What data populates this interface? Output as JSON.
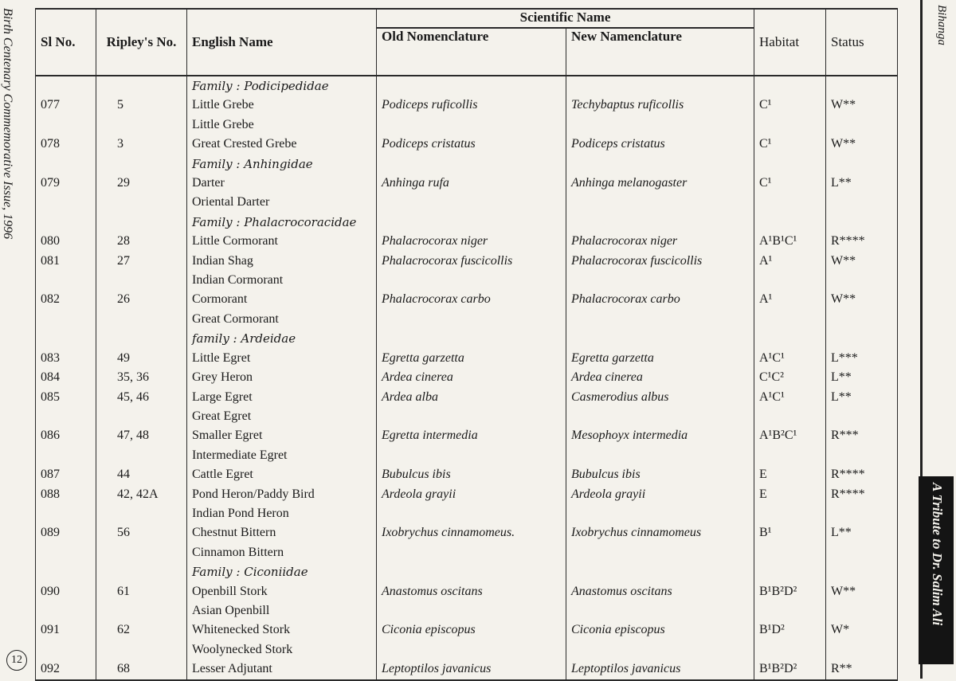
{
  "side_left": "Birth Centenary Commemorative Issue, 1996",
  "page_number": "12",
  "side_right_top": "Bihanga",
  "side_right_banner": "A Tribute to Dr. Salim Ali",
  "headers": {
    "sl": "Sl No.",
    "ripley": "Ripley's No.",
    "english": "English Name",
    "scientific": "Scientific Name",
    "old": "Old Nomenclature",
    "new": "New Namenclature",
    "habitat": "Habitat",
    "status": "Status"
  },
  "rows": [
    {
      "sl": "",
      "rip": "",
      "eng": "Family : Podicipedidae",
      "old": "",
      "new": "",
      "hab": "",
      "sta": "",
      "fam": true
    },
    {
      "sl": "077",
      "rip": "5",
      "eng": "Little Grebe",
      "old": "Podiceps ruficollis",
      "new": "Techybaptus ruficollis",
      "hab": "C¹",
      "sta": "W**"
    },
    {
      "sl": "",
      "rip": "",
      "eng": "Little Grebe",
      "old": "",
      "new": "",
      "hab": "",
      "sta": ""
    },
    {
      "sl": "078",
      "rip": "3",
      "eng": "Great Crested Grebe",
      "old": "Podiceps cristatus",
      "new": "Podiceps cristatus",
      "hab": "C¹",
      "sta": "W**"
    },
    {
      "sl": "",
      "rip": "",
      "eng": "Family : Anhingidae",
      "old": "",
      "new": "",
      "hab": "",
      "sta": "",
      "fam": true
    },
    {
      "sl": "079",
      "rip": "29",
      "eng": "Darter",
      "old": "Anhinga rufa",
      "new": "Anhinga melanogaster",
      "hab": "C¹",
      "sta": "L**"
    },
    {
      "sl": "",
      "rip": "",
      "eng": "Oriental Darter",
      "old": "",
      "new": "",
      "hab": "",
      "sta": ""
    },
    {
      "sl": "",
      "rip": "",
      "eng": "Family : Phalacrocoracidae",
      "old": "",
      "new": "",
      "hab": "",
      "sta": "",
      "fam": true
    },
    {
      "sl": "080",
      "rip": "28",
      "eng": "Little Cormorant",
      "old": "Phalacrocorax niger",
      "new": "Phalacrocorax niger",
      "hab": "A¹B¹C¹",
      "sta": "R****"
    },
    {
      "sl": "081",
      "rip": "27",
      "eng": "Indian Shag",
      "old": "Phalacrocorax fuscicollis",
      "new": "Phalacrocorax fuscicollis",
      "hab": "A¹",
      "sta": "W**"
    },
    {
      "sl": "",
      "rip": "",
      "eng": "Indian Cormorant",
      "old": "",
      "new": "",
      "hab": "",
      "sta": ""
    },
    {
      "sl": "082",
      "rip": "26",
      "eng": "Cormorant",
      "old": "Phalacrocorax carbo",
      "new": "Phalacrocorax carbo",
      "hab": "A¹",
      "sta": "W**"
    },
    {
      "sl": "",
      "rip": "",
      "eng": "Great Cormorant",
      "old": "",
      "new": "",
      "hab": "",
      "sta": ""
    },
    {
      "sl": "",
      "rip": "",
      "eng": "family : Ardeidae",
      "old": "",
      "new": "",
      "hab": "",
      "sta": "",
      "fam": true
    },
    {
      "sl": "083",
      "rip": "49",
      "eng": "Little Egret",
      "old": "Egretta garzetta",
      "new": "Egretta garzetta",
      "hab": "A¹C¹",
      "sta": "L***"
    },
    {
      "sl": "084",
      "rip": "35, 36",
      "eng": "Grey Heron",
      "old": "Ardea cinerea",
      "new": "Ardea cinerea",
      "hab": "C¹C²",
      "sta": "L**"
    },
    {
      "sl": "085",
      "rip": "45, 46",
      "eng": "Large Egret",
      "old": "Ardea alba",
      "new": "Casmerodius albus",
      "hab": "A¹C¹",
      "sta": "L**"
    },
    {
      "sl": "",
      "rip": "",
      "eng": "Great Egret",
      "old": "",
      "new": "",
      "hab": "",
      "sta": ""
    },
    {
      "sl": "086",
      "rip": "47, 48",
      "eng": "Smaller Egret",
      "old": "Egretta intermedia",
      "new": "Mesophoyx intermedia",
      "hab": "A¹B²C¹",
      "sta": "R***"
    },
    {
      "sl": "",
      "rip": "",
      "eng": "Intermediate Egret",
      "old": "",
      "new": "",
      "hab": "",
      "sta": ""
    },
    {
      "sl": "087",
      "rip": "44",
      "eng": "Cattle Egret",
      "old": "Bubulcus ibis",
      "new": "Bubulcus ibis",
      "hab": "E",
      "sta": "R****"
    },
    {
      "sl": "088",
      "rip": "42, 42A",
      "eng": "Pond Heron/Paddy Bird",
      "old": "Ardeola grayii",
      "new": "Ardeola grayii",
      "hab": "E",
      "sta": "R****"
    },
    {
      "sl": "",
      "rip": "",
      "eng": "Indian Pond Heron",
      "old": "",
      "new": "",
      "hab": "",
      "sta": ""
    },
    {
      "sl": "089",
      "rip": "56",
      "eng": "Chestnut Bittern",
      "old": "Ixobrychus cinnamomeus.",
      "new": "Ixobrychus cinnamomeus",
      "hab": "B¹",
      "sta": "L**"
    },
    {
      "sl": "",
      "rip": "",
      "eng": "Cinnamon Bittern",
      "old": "",
      "new": "",
      "hab": "",
      "sta": ""
    },
    {
      "sl": "",
      "rip": "",
      "eng": "Family : Ciconiidae",
      "old": "",
      "new": "",
      "hab": "",
      "sta": "",
      "fam": true
    },
    {
      "sl": "090",
      "rip": "61",
      "eng": "Openbill Stork",
      "old": "Anastomus oscitans",
      "new": "Anastomus oscitans",
      "hab": "B¹B²D²",
      "sta": "W**"
    },
    {
      "sl": "",
      "rip": "",
      "eng": "Asian Openbill",
      "old": "",
      "new": "",
      "hab": "",
      "sta": ""
    },
    {
      "sl": "091",
      "rip": "62",
      "eng": "Whitenecked Stork",
      "old": "Ciconia episcopus",
      "new": "Ciconia episcopus",
      "hab": "B¹D²",
      "sta": "W*"
    },
    {
      "sl": "",
      "rip": "",
      "eng": "Woolynecked Stork",
      "old": "",
      "new": "",
      "hab": "",
      "sta": ""
    },
    {
      "sl": "092",
      "rip": "68",
      "eng": "Lesser Adjutant",
      "old": "Leptoptilos javanicus",
      "new": "Leptoptilos javanicus",
      "hab": "B¹B²D²",
      "sta": "R**"
    }
  ]
}
